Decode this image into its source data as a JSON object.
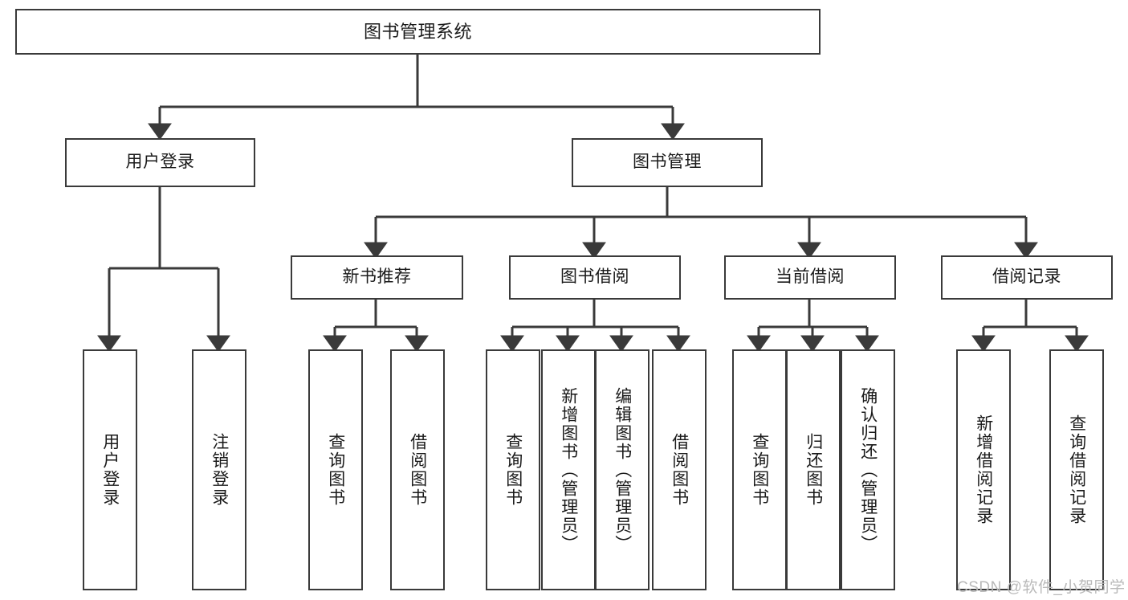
{
  "diagram": {
    "type": "tree-hierarchy",
    "title": "图书管理系统",
    "watermark": "CSDN @软件_小贺同学",
    "colors": {
      "node_border": "#3a3a3a",
      "node_fill": "#ffffff",
      "edge": "#3a3a3a",
      "text": "#1a1a1a",
      "watermark": "#b9b9b9",
      "background": "#ffffff"
    },
    "nodes": {
      "root": {
        "label": "图书管理系统"
      },
      "level2": [
        {
          "id": "user-login",
          "label": "用户登录"
        },
        {
          "id": "book-management",
          "label": "图书管理"
        }
      ],
      "level3": [
        {
          "id": "new-book-recommend",
          "label": "新书推荐"
        },
        {
          "id": "book-borrow",
          "label": "图书借阅"
        },
        {
          "id": "current-borrow",
          "label": "当前借阅"
        },
        {
          "id": "borrow-record",
          "label": "借阅记录"
        }
      ],
      "leaves": {
        "user_login": [
          {
            "id": "leaf-user-login",
            "label": "用户登录"
          },
          {
            "id": "leaf-logout-login",
            "label": "注销登录"
          }
        ],
        "new_book_recommend": [
          {
            "id": "leaf-query-book-1",
            "label": "查询图书"
          },
          {
            "id": "leaf-borrow-book-1",
            "label": "借阅图书"
          }
        ],
        "book_borrow": [
          {
            "id": "leaf-query-book-2",
            "label": "查询图书"
          },
          {
            "id": "leaf-add-book",
            "label": "新增图书（管理员）"
          },
          {
            "id": "leaf-edit-book",
            "label": "编辑图书（管理员）"
          },
          {
            "id": "leaf-borrow-book-2",
            "label": "借阅图书"
          }
        ],
        "current_borrow": [
          {
            "id": "leaf-query-book-3",
            "label": "查询图书"
          },
          {
            "id": "leaf-return-book",
            "label": "归还图书"
          },
          {
            "id": "leaf-confirm-return",
            "label": "确认归还（管理员）"
          }
        ],
        "borrow_record": [
          {
            "id": "leaf-add-record",
            "label": "新增借阅记录"
          },
          {
            "id": "leaf-query-record",
            "label": "查询借阅记录"
          }
        ]
      }
    }
  }
}
